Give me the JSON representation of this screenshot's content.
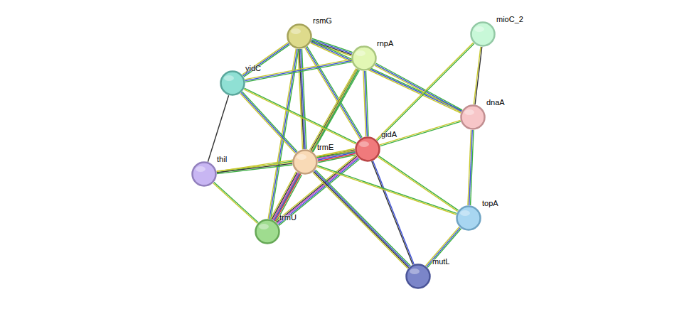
{
  "diagram": {
    "nodes": [
      {
        "text": [
          "rsmG"
        ]
      },
      {
        "text": [
          "mioC_2"
        ]
      },
      {
        "text": [
          "rnpA"
        ]
      },
      {
        "text": [
          "yidC"
        ]
      },
      {
        "text": [
          "dnaA"
        ]
      },
      {
        "text": [
          "gidA"
        ]
      },
      {
        "text": [
          "trmE"
        ]
      },
      {
        "text": [
          "thiI"
        ]
      },
      {
        "text": [
          "topA"
        ]
      },
      {
        "text": [
          "trmU"
        ]
      },
      {
        "text": [
          "mutL"
        ]
      }
    ],
    "edges": [
      {
        "from": 0,
        "to": 2,
        "arrow": "none"
      },
      {
        "from": 0,
        "to": 3,
        "arrow": "none"
      },
      {
        "from": 0,
        "to": 4,
        "arrow": "none"
      },
      {
        "from": 0,
        "to": 5,
        "arrow": "none"
      },
      {
        "from": 0,
        "to": 6,
        "arrow": "none"
      },
      {
        "from": 0,
        "to": 9,
        "arrow": "none"
      },
      {
        "from": 2,
        "to": 3,
        "arrow": "none"
      },
      {
        "from": 2,
        "to": 4,
        "arrow": "none"
      },
      {
        "from": 2,
        "to": 5,
        "arrow": "none"
      },
      {
        "from": 2,
        "to": 6,
        "arrow": "none"
      },
      {
        "from": 2,
        "to": 9,
        "arrow": "none"
      },
      {
        "from": 3,
        "to": 5,
        "arrow": "none"
      },
      {
        "from": 3,
        "to": 6,
        "arrow": "none"
      },
      {
        "from": 3,
        "to": 7,
        "arrow": "none"
      },
      {
        "from": 1,
        "to": 4,
        "arrow": "none"
      },
      {
        "from": 1,
        "to": 5,
        "arrow": "none"
      },
      {
        "from": 4,
        "to": 5,
        "arrow": "none"
      },
      {
        "from": 4,
        "to": 8,
        "arrow": "none"
      },
      {
        "from": 5,
        "to": 6,
        "arrow": "none"
      },
      {
        "from": 5,
        "to": 7,
        "arrow": "none"
      },
      {
        "from": 5,
        "to": 9,
        "arrow": "none"
      },
      {
        "from": 5,
        "to": 8,
        "arrow": "none"
      },
      {
        "from": 5,
        "to": 10,
        "arrow": "none"
      },
      {
        "from": 6,
        "to": 7,
        "arrow": "none"
      },
      {
        "from": 6,
        "to": 9,
        "arrow": "none"
      },
      {
        "from": 6,
        "to": 8,
        "arrow": "none"
      },
      {
        "from": 6,
        "to": 10,
        "arrow": "none"
      },
      {
        "from": 7,
        "to": 9,
        "arrow": "none"
      },
      {
        "from": 8,
        "to": 10,
        "arrow": "none"
      }
    ]
  }
}
